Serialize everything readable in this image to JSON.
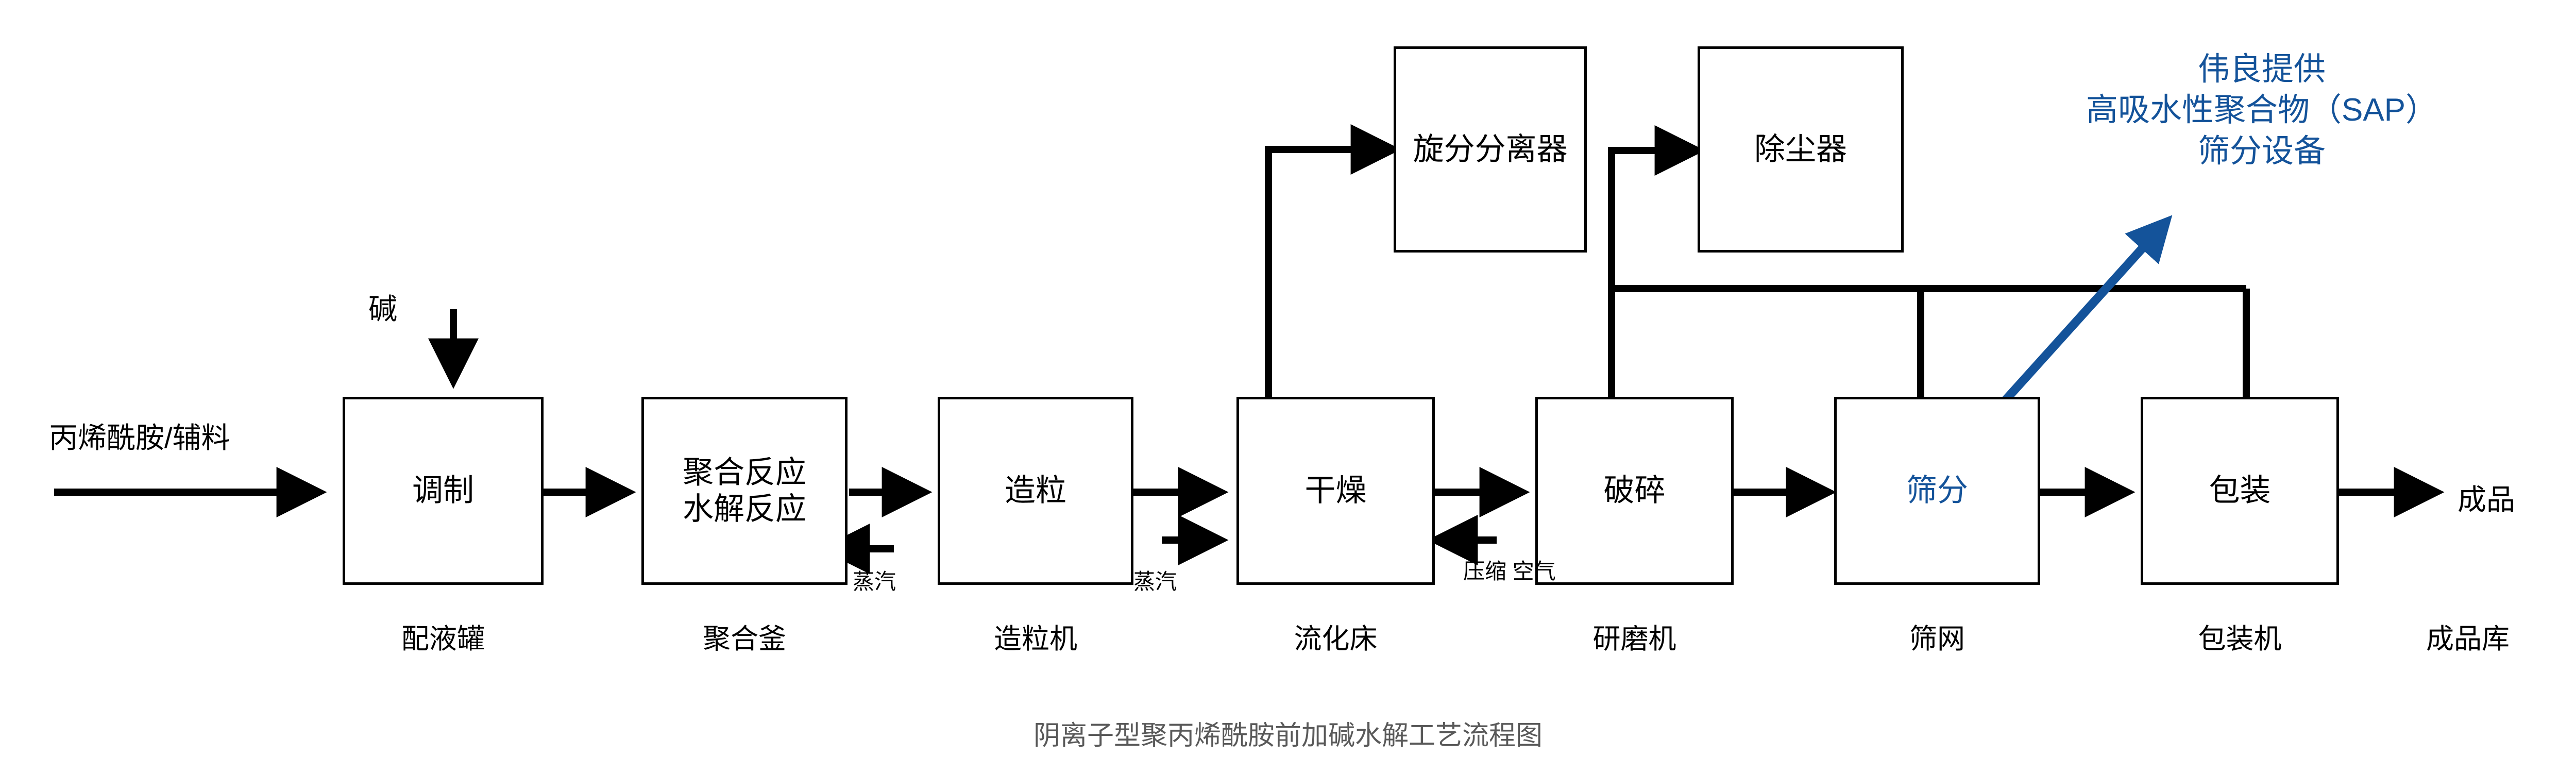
{
  "title": "阴离子型聚丙烯酰胺前加碱水解工艺流程图",
  "colors": {
    "line": "#000000",
    "box_border": "#000000",
    "accent_blue": "#14539A",
    "title_gray": "#595959",
    "background": "#ffffff"
  },
  "main_nodes": [
    {
      "id": "tiaozhi",
      "label": "调制",
      "label2": "",
      "caption": "配液罐",
      "accent": false
    },
    {
      "id": "juhe",
      "label": "聚合反应",
      "label2": "水解反应",
      "caption": "聚合釜",
      "accent": false
    },
    {
      "id": "zaoli",
      "label": "造粒",
      "label2": "",
      "caption": "造粒机",
      "accent": false
    },
    {
      "id": "ganzao",
      "label": "干燥",
      "label2": "",
      "caption": "流化床",
      "accent": false
    },
    {
      "id": "posui",
      "label": "破碎",
      "label2": "",
      "caption": "研磨机",
      "accent": false
    },
    {
      "id": "shaifen",
      "label": "筛分",
      "label2": "",
      "caption": "筛网",
      "accent": true
    },
    {
      "id": "baozhuang",
      "label": "包装",
      "label2": "",
      "caption": "包装机",
      "accent": false
    }
  ],
  "top_nodes": [
    {
      "id": "cyclone",
      "label": "旋分分离器"
    },
    {
      "id": "dustcol",
      "label": "除尘器"
    }
  ],
  "stream_labels": {
    "feed": "丙烯酰胺/辅料",
    "alkali": "碱",
    "steam_polymer": "蒸汽",
    "steam_dryer": "蒸汽",
    "compressed_air_line1": "压缩",
    "compressed_air_line2": "空气",
    "product": "成品",
    "product_warehouse": "成品库"
  },
  "annotation": {
    "line1": "伟良提供",
    "line2": "高吸水性聚合物（SAP）",
    "line3": "筛分设备"
  }
}
